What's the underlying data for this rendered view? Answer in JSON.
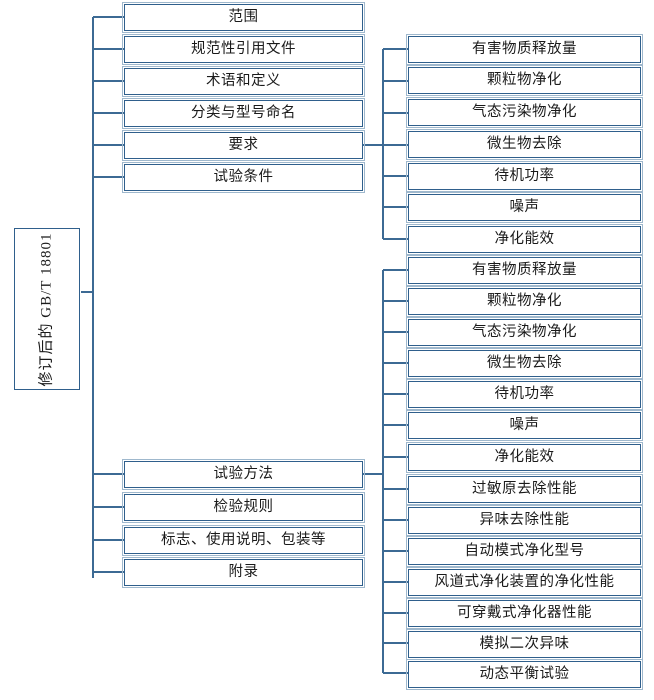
{
  "diagram": {
    "type": "tree",
    "orientation": "left-to-right",
    "title": "修订后的 GB/T 18801 标准结构图",
    "colors": {
      "box_border": "#2f5f8c",
      "box_border_light": "#9fb8cd",
      "connector": "#3c6a94",
      "background": "#ffffff",
      "text": "#1a1a1a"
    },
    "root": {
      "label": "修订后的 GB/T 18801",
      "text_orientation": "vertical-bottom-to-top"
    },
    "level1": [
      {
        "label": "范围",
        "has_children": false
      },
      {
        "label": "规范性引用文件",
        "has_children": false
      },
      {
        "label": "术语和定义",
        "has_children": false
      },
      {
        "label": "分类与型号命名",
        "has_children": false
      },
      {
        "label": "要求",
        "has_children": true
      },
      {
        "label": "试验条件",
        "has_children": false
      },
      {
        "label": "试验方法",
        "has_children": true
      },
      {
        "label": "检验规则",
        "has_children": false
      },
      {
        "label": "标志、使用说明、包装等",
        "has_children": false
      },
      {
        "label": "附录",
        "has_children": false
      }
    ],
    "requirements_children": [
      {
        "label": "有害物质释放量"
      },
      {
        "label": "颗粒物净化"
      },
      {
        "label": "气态污染物净化"
      },
      {
        "label": "微生物去除"
      },
      {
        "label": "待机功率"
      },
      {
        "label": "噪声"
      },
      {
        "label": "净化能效"
      }
    ],
    "test_methods_children": [
      {
        "label": "有害物质释放量"
      },
      {
        "label": "颗粒物净化"
      },
      {
        "label": "气态污染物净化"
      },
      {
        "label": "微生物去除"
      },
      {
        "label": "待机功率"
      },
      {
        "label": "噪声"
      },
      {
        "label": "净化能效"
      },
      {
        "label": "过敏原去除性能"
      },
      {
        "label": "异味去除性能"
      },
      {
        "label": "自动模式净化型号"
      },
      {
        "label": "风道式净化装置的净化性能"
      },
      {
        "label": "可穿戴式净化器性能"
      },
      {
        "label": "模拟二次异味"
      },
      {
        "label": "动态平衡试验"
      }
    ]
  }
}
